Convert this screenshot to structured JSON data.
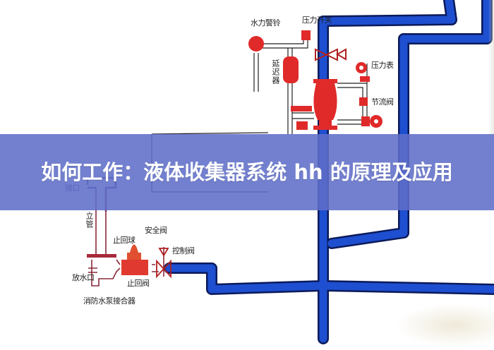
{
  "banner": {
    "title": "如何工作：液体收集器系统 hh 的原理及应用",
    "background_color": "#6070c8"
  },
  "diagram": {
    "description": "Hand-drawn fire sprinkler wet alarm valve system diagram",
    "colors": {
      "main_pipe": "#1e4fd0",
      "valve_red": "#e02a2a",
      "pipe_outline": "#222222",
      "connector_pipe": "#b03040"
    },
    "labels": {
      "water_motor_alarm": "水力警铃",
      "pressure_switch": "压力开关",
      "retard_chamber": "延迟器",
      "pressure_gauge": "压力表",
      "throttle_valve": "节流阀",
      "outlet": "接口",
      "riser": "立管",
      "safety_valve": "安全阀",
      "check_ball": "止回球",
      "control_valve": "控制阀",
      "check_valve": "止回阀",
      "drain": "放水口",
      "pump_adapter": "消防水泵接合器"
    }
  }
}
